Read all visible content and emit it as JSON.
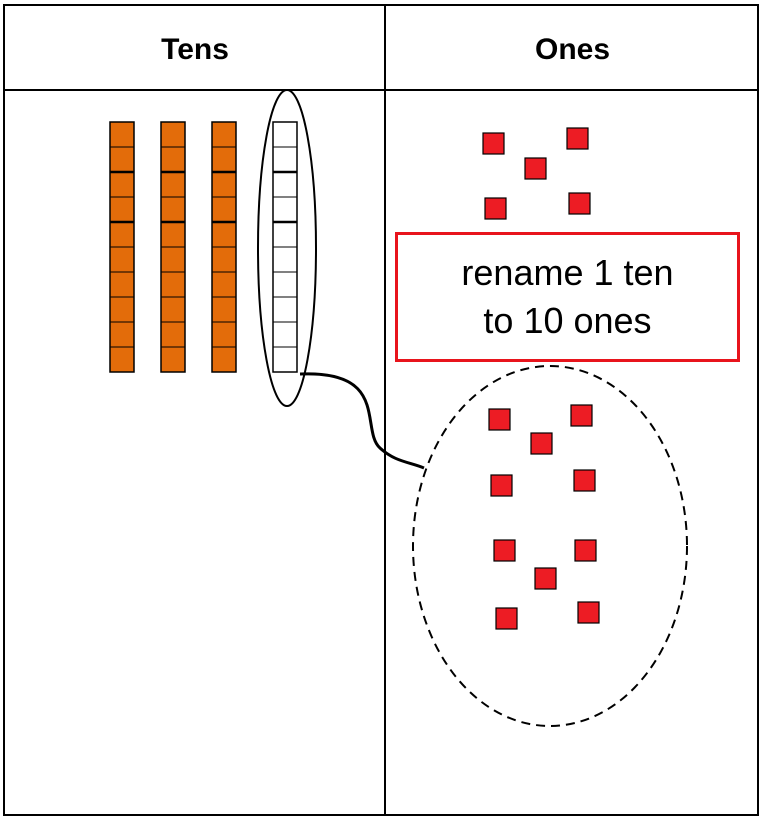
{
  "table": {
    "tens_header": "Tens",
    "ones_header": "Ones"
  },
  "callout": {
    "line1": "rename 1 ten",
    "line2": "to 10 ones",
    "border_color": "#e8141c"
  },
  "tens": {
    "rods_count": 3,
    "units_per_rod": 10,
    "rod_color": "#e36c0a",
    "regrouped_rod_color": "#ffffff"
  },
  "ones": {
    "original_cubes": 5,
    "regrouped_cubes": 10,
    "cube_color": "#ed1c24"
  }
}
